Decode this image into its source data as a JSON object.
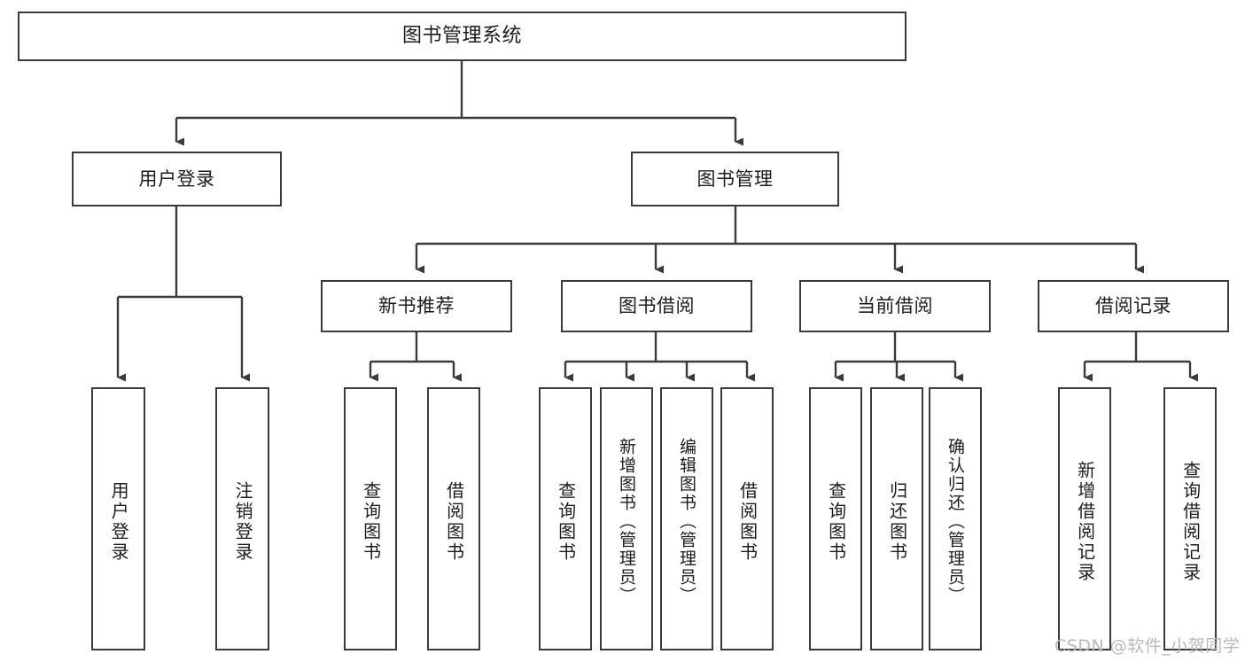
{
  "diagram": {
    "title": "图书管理系统",
    "type": "tree",
    "root": {
      "label": "图书管理系统"
    },
    "level2": [
      {
        "label": "用户登录"
      },
      {
        "label": "图书管理"
      }
    ],
    "level3": [
      {
        "label": "新书推荐"
      },
      {
        "label": "图书借阅"
      },
      {
        "label": "当前借阅"
      },
      {
        "label": "借阅记录"
      }
    ],
    "leaves": {
      "user_login": [
        {
          "label": "用户登录"
        },
        {
          "label": "注销登录"
        }
      ],
      "new_book_recommend": [
        {
          "label": "查询图书"
        },
        {
          "label": "借阅图书"
        }
      ],
      "book_borrow": [
        {
          "label": "查询图书"
        },
        {
          "label": "新增图书（管理员）"
        },
        {
          "label": "编辑图书（管理员）"
        },
        {
          "label": "借阅图书"
        }
      ],
      "current_borrow": [
        {
          "label": "查询图书"
        },
        {
          "label": "归还图书"
        },
        {
          "label": "确认归还（管理员）"
        }
      ],
      "borrow_record": [
        {
          "label": "新增借阅记录"
        },
        {
          "label": "查询借阅记录"
        }
      ]
    }
  },
  "watermark": {
    "text": "CSDN @软件_小贺同学"
  },
  "colors": {
    "stroke": "#3a3a3a",
    "background": "#ffffff",
    "text": "#1c1c1c",
    "watermark": "#b9b9b9"
  }
}
